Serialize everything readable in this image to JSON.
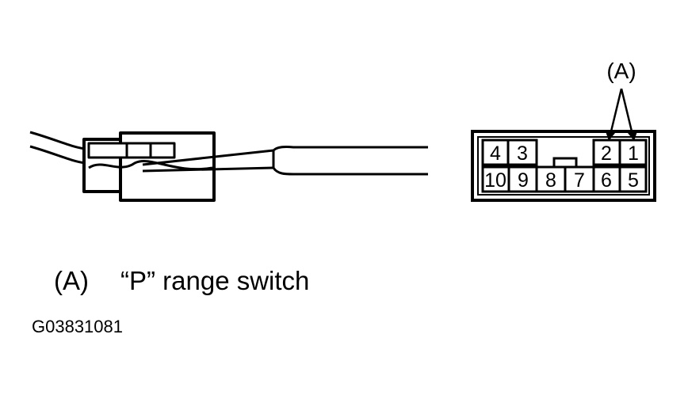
{
  "callout": {
    "label": "(A)"
  },
  "connector": {
    "top_row": [
      "4",
      "3",
      "",
      "",
      "2",
      "1"
    ],
    "bottom_row": [
      "10",
      "9",
      "8",
      "7",
      "6",
      "5"
    ]
  },
  "legend": {
    "key": "(A)",
    "text": "“P” range switch"
  },
  "figure_id": "G03831081"
}
